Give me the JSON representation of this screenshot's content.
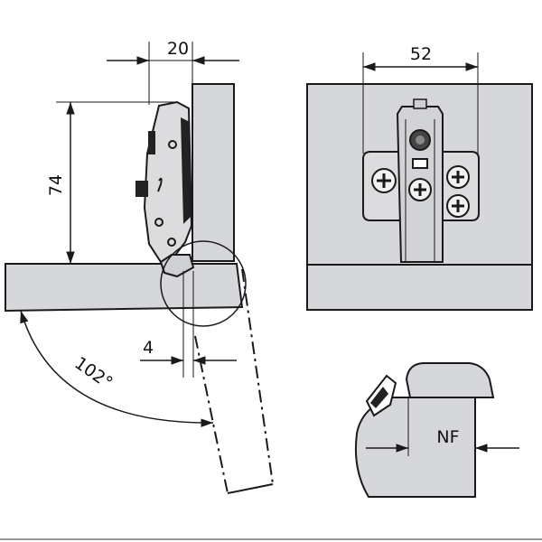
{
  "dimensions": {
    "overlay_width": "20",
    "hinge_height": "74",
    "gap": "4",
    "opening_angle": "102°",
    "plate_spacing": "52",
    "clearance": "NF"
  },
  "colors": {
    "panel_fill": "#d6d7da",
    "panel_stroke": "#1a1a1a",
    "hinge_fill": "#d9d9dc",
    "dark_part": "#222222",
    "line": "#1a1a1a"
  }
}
